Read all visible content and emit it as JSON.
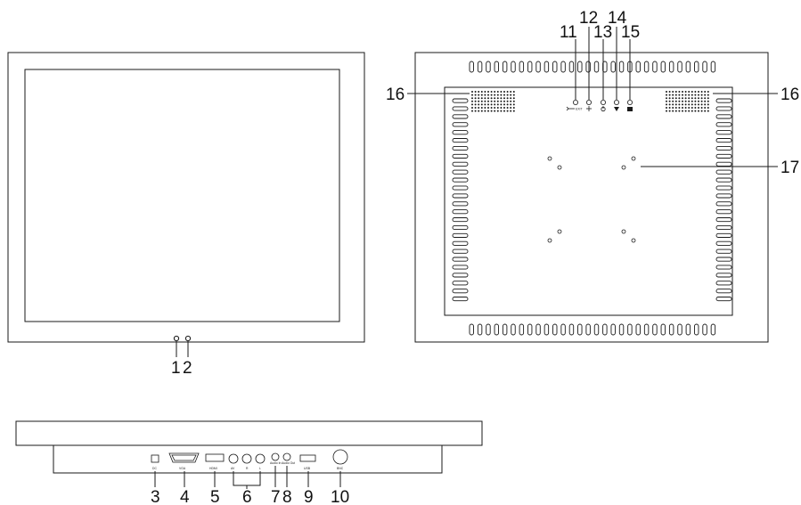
{
  "front_view": {
    "callouts": {
      "led_1": "1",
      "led_2": "2"
    }
  },
  "rear_view": {
    "callouts": {
      "button_11": "11",
      "button_12": "12",
      "button_13": "13",
      "button_14": "14",
      "button_15": "15",
      "speaker_left": "16",
      "speaker_right": "16",
      "mount_holes": "17"
    },
    "button_icons": [
      "exit-arrow-icon",
      "plus-icon",
      "power-icon",
      "down-triangle-icon",
      "menu-icon"
    ],
    "button_icon_text": {
      "exit": "EXIT"
    }
  },
  "bottom_view": {
    "callouts": {
      "dc": "3",
      "vga": "4",
      "hdmi": "5",
      "av": "6",
      "audio_in": "7",
      "audio_out": "8",
      "usb": "9",
      "bnc": "10"
    },
    "port_labels": {
      "dc": "DC",
      "vga": "VGA",
      "hdmi": "HDMI",
      "av": "AV",
      "r": "R",
      "l": "L",
      "audio_in": "Audio In",
      "audio_out": "Audio Out",
      "usb": "USB",
      "bnc": "BNC"
    }
  }
}
